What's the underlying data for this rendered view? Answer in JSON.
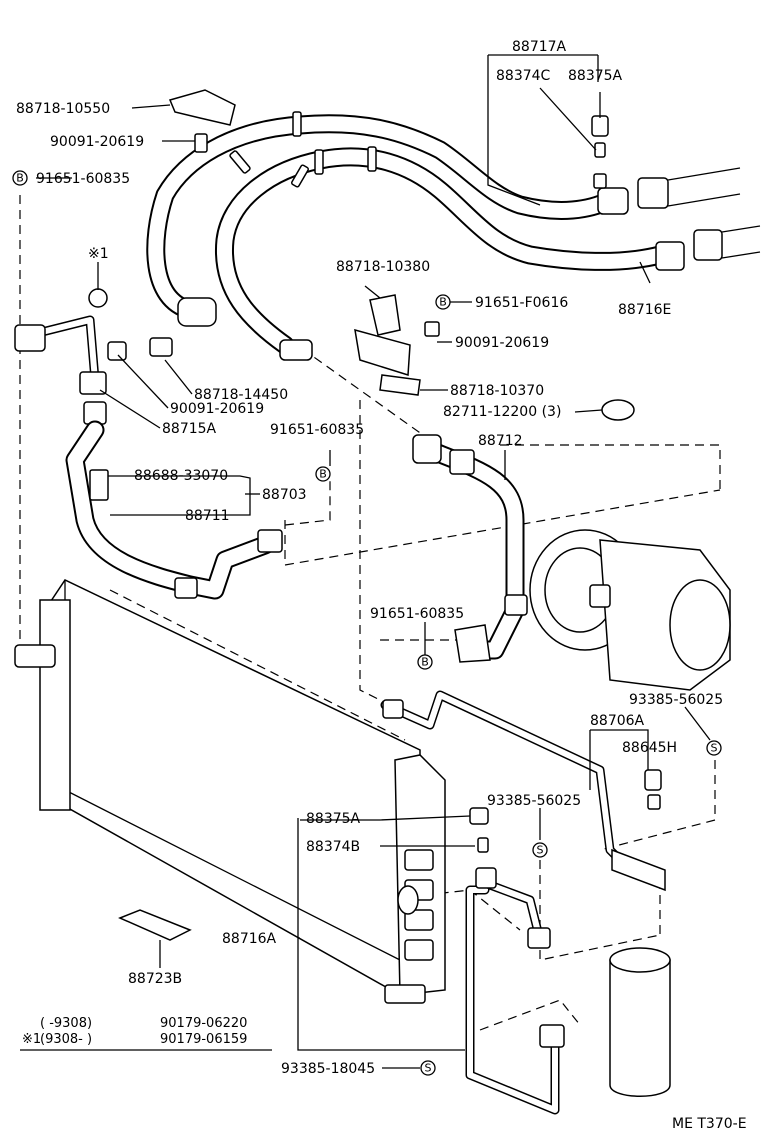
{
  "parts": {
    "p88717A": "88717A",
    "p88374C_top": "88374C",
    "p88375A_top": "88375A",
    "p88718_10550": "88718-10550",
    "p90091_20619_a": "90091-20619",
    "p91651_60835_a": "91651-60835",
    "note1_marker": "※1",
    "p88718_10380": "88718-10380",
    "p91651_F0616": "91651-F0616",
    "p88716E": "88716E",
    "p90091_20619_b": "90091-20619",
    "p88718_14450": "88718-14450",
    "p88718_10370": "88718-10370",
    "p90091_20619_c": "90091-20619",
    "p82711_12200": "82711-12200 (3)",
    "p88715A": "88715A",
    "p91651_60835_b": "91651-60835",
    "p88712": "88712",
    "p88688_33070": "88688-33070",
    "p88703": "88703",
    "p88711": "88711",
    "p91651_60835_c": "91651-60835",
    "p93385_56025_a": "93385-56025",
    "p88706A": "88706A",
    "p88645H": "88645H",
    "p88375A_bot": "88375A",
    "p93385_56025_b": "93385-56025",
    "p88374B": "88374B",
    "p88716A": "88716A",
    "p88723B": "88723B",
    "p93385_18045": "93385-18045"
  },
  "badges": {
    "b": "B",
    "s": "S"
  },
  "footnote": {
    "marker": "※1",
    "row1_range": "(      -9308)",
    "row1_part": "90179-06220",
    "row2_range": "(9308-       )",
    "row2_part": "90179-06159"
  },
  "diagram_code": "ME T370-E"
}
